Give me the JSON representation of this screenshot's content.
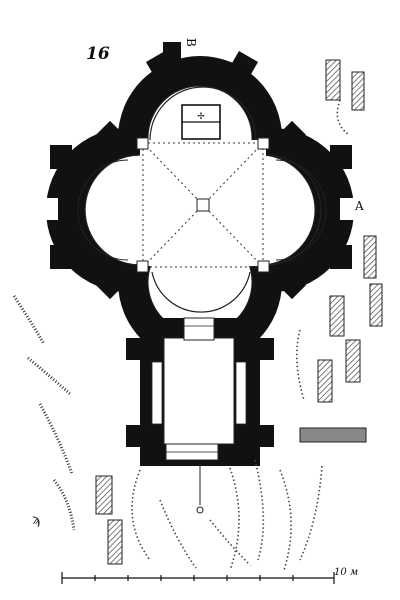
{
  "figure": {
    "number": "16",
    "label_a": "A",
    "label_b": "B",
    "scale_label": "10 м"
  },
  "colors": {
    "wall": "#111111",
    "ink": "#222222",
    "paper": "#ffffff",
    "hatch": "#555555"
  }
}
